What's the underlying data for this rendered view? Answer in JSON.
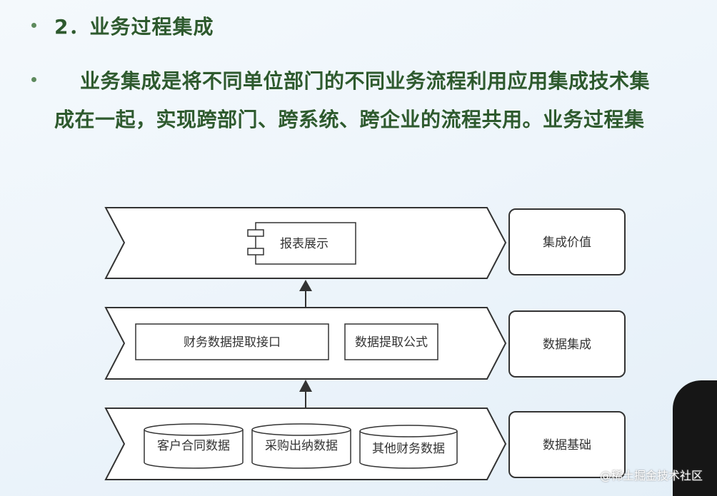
{
  "slide": {
    "heading": "2．业务过程集成",
    "paragraph_line1": "业务集成是将不同单位部门的不同业务流程利用应用集成技术集",
    "paragraph_line2": "成在一起，实现跨部门、跨系统、跨企业的流程共用。业务过程集"
  },
  "diagram": {
    "layer_top": {
      "component": "报表展示",
      "side": "集成价值"
    },
    "layer_mid": {
      "interface": "财务数据提取接口",
      "formula": "数据提取公式",
      "side": "数据集成"
    },
    "layer_bottom": {
      "db1": "客户合同数据",
      "db2": "采购出纳数据",
      "db3": "其他财务数据",
      "side": "数据基础"
    }
  },
  "watermark": "@稀土掘金技术社区",
  "colors": {
    "heading_green": "#2e5a2e",
    "bullet": "#5d8a5d",
    "background": "#eef5fb"
  }
}
